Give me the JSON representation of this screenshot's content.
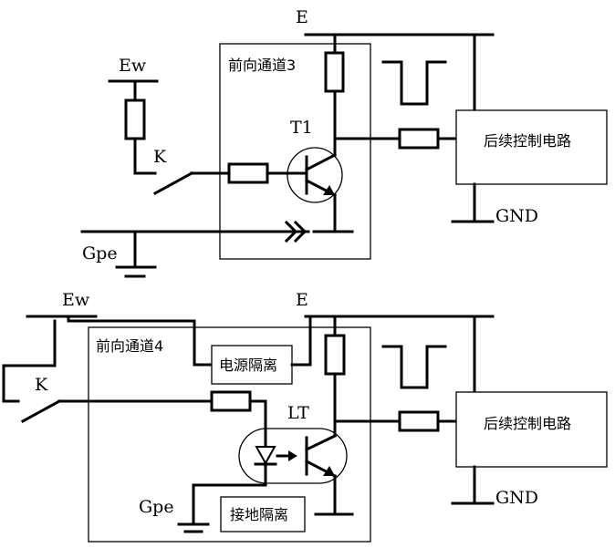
{
  "top": {
    "supply_label": "E",
    "switch_supply_label": "Ew",
    "switch_label": "K",
    "ground_label": "Gpe",
    "channel_title": "前向通道3",
    "transistor_label": "T1",
    "control_label": "后续控制电路",
    "gnd_label": "GND"
  },
  "bottom": {
    "supply_label": "E",
    "switch_supply_label": "Ew",
    "switch_label": "K",
    "ground_label": "Gpe",
    "channel_title": "前向通道4",
    "optocoupler_label": "LT",
    "power_isolation_label": "电源隔离",
    "ground_isolation_label": "接地隔离",
    "control_label": "后续控制电路",
    "gnd_label": "GND"
  }
}
